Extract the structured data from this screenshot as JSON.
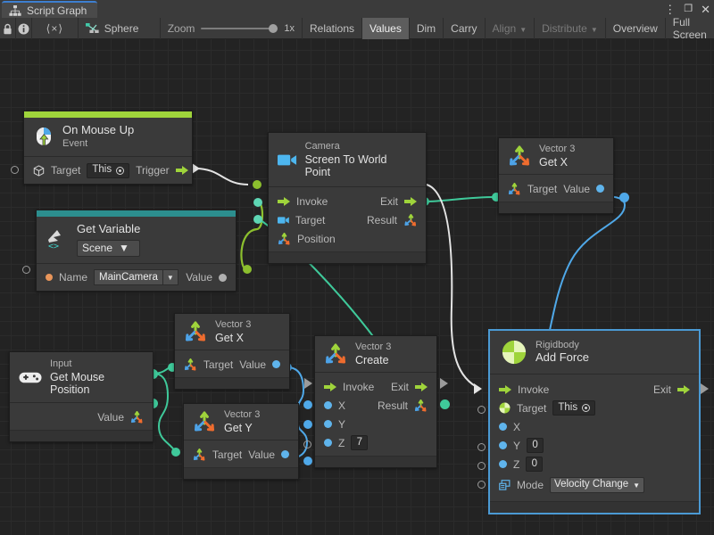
{
  "window": {
    "tab_label": "Script Graph",
    "tab_icon": "script-graph-icon",
    "menu_icon": "kebab-menu-icon",
    "maximize_icon": "maximize-icon",
    "close_icon": "close-icon"
  },
  "toolbar": {
    "lock_icon": "lock-icon",
    "info_icon": "info-icon",
    "code_label": "⟨×⟩",
    "object_icon": "script-graph-small-icon",
    "object_label": "Sphere",
    "zoom_label": "Zoom",
    "zoom_value": "1x",
    "buttons": [
      {
        "label": "Relations",
        "active": false,
        "dim": false,
        "caret": false
      },
      {
        "label": "Values",
        "active": true,
        "dim": false,
        "caret": false
      },
      {
        "label": "Dim",
        "active": false,
        "dim": false,
        "caret": false
      },
      {
        "label": "Carry",
        "active": false,
        "dim": false,
        "caret": false
      },
      {
        "label": "Align",
        "active": false,
        "dim": true,
        "caret": true
      },
      {
        "label": "Distribute",
        "active": false,
        "dim": true,
        "caret": true
      },
      {
        "label": "Overview",
        "active": false,
        "dim": false,
        "caret": false
      },
      {
        "label": "Full Screen",
        "active": false,
        "dim": false,
        "caret": false
      }
    ]
  },
  "nodes": {
    "on_mouse_up": {
      "subtitle": "On Mouse Up",
      "title": "Event",
      "accent_color": "#9fd43b",
      "icon": "mouse-event-icon",
      "target_label": "Target",
      "target_value": "This",
      "trigger_label": "Trigger"
    },
    "get_variable": {
      "subtitle": "Get Variable",
      "scope": "Scene",
      "accent_color": "#2c8e8e",
      "icon": "variable-icon",
      "name_label": "Name",
      "name_value": "MainCamera",
      "value_label": "Value"
    },
    "camera_screen_to_world": {
      "subtitle": "Camera",
      "title": "Screen To World Point",
      "icon": "camera-icon",
      "invoke_label": "Invoke",
      "exit_label": "Exit",
      "target_label": "Target",
      "result_label": "Result",
      "position_label": "Position"
    },
    "vector3_getx_top": {
      "subtitle": "Vector 3",
      "title": "Get X",
      "icon": "vector3-icon",
      "target_label": "Target",
      "value_label": "Value"
    },
    "vector3_getx_mid": {
      "subtitle": "Vector 3",
      "title": "Get X",
      "icon": "vector3-icon",
      "target_label": "Target",
      "value_label": "Value"
    },
    "vector3_gety": {
      "subtitle": "Vector 3",
      "title": "Get Y",
      "icon": "vector3-icon",
      "target_label": "Target",
      "value_label": "Value"
    },
    "input_mouse_position": {
      "subtitle": "Input",
      "title": "Get Mouse Position",
      "icon": "gamepad-icon",
      "value_label": "Value"
    },
    "vector3_create": {
      "subtitle": "Vector 3",
      "title": "Create",
      "icon": "vector3-icon",
      "invoke_label": "Invoke",
      "exit_label": "Exit",
      "x_label": "X",
      "y_label": "Y",
      "z_label": "Z",
      "z_value": "7",
      "result_label": "Result"
    },
    "rigidbody_add_force": {
      "subtitle": "Rigidbody",
      "title": "Add Force",
      "icon": "rigidbody-icon",
      "selected": true,
      "invoke_label": "Invoke",
      "exit_label": "Exit",
      "target_label": "Target",
      "target_value": "This",
      "x_label": "X",
      "y_label": "Y",
      "y_value": "0",
      "z_label": "Z",
      "z_value": "0",
      "mode_label": "Mode",
      "mode_value": "Velocity Change"
    }
  },
  "colors": {
    "flow_wire": "#e4e4e4",
    "value_wire_teal": "#3fc99a",
    "value_wire_blue": "#4fa8e8",
    "value_wire_olive": "#8cbf2e",
    "selection": "#4b9ad4",
    "accent_green": "#9fd43b",
    "accent_teal": "#2c8e8e",
    "canvas_bg": "#232323"
  }
}
